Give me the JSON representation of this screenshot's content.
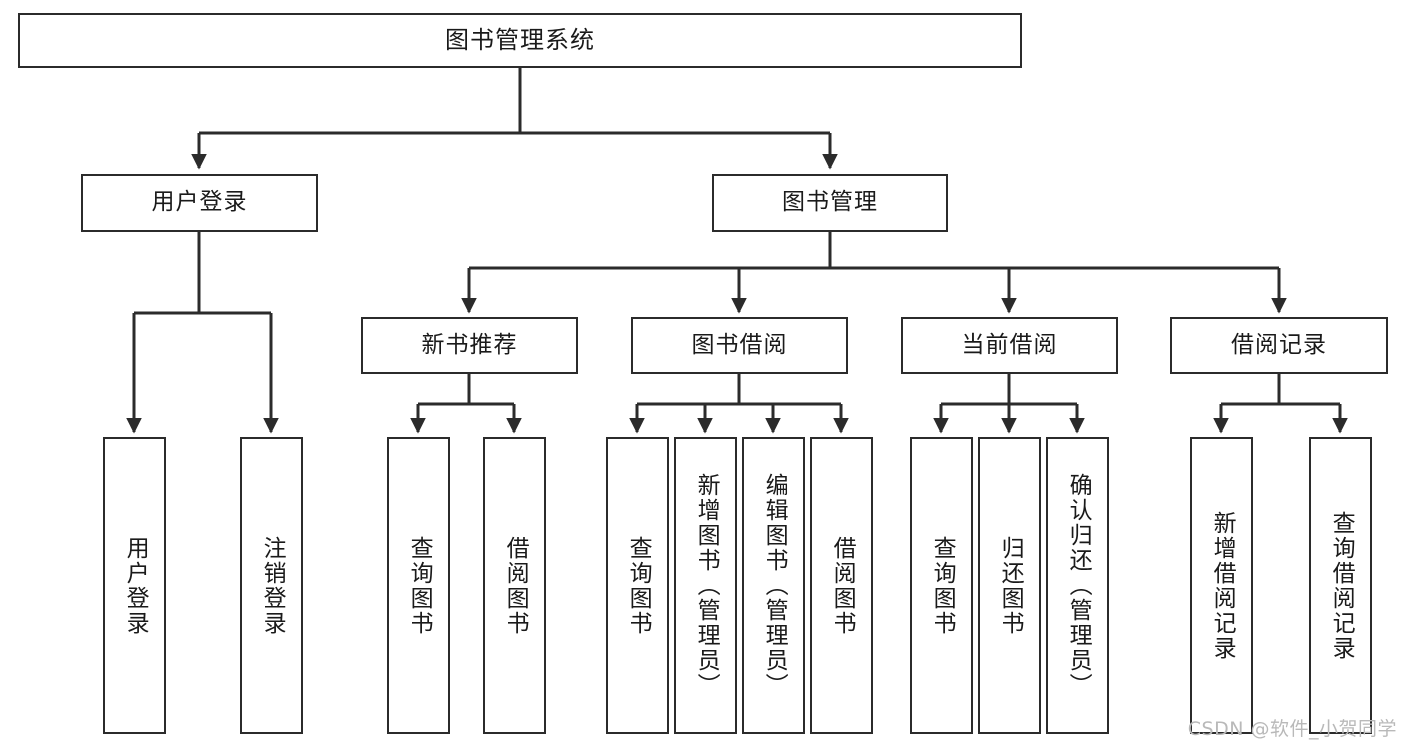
{
  "diagram": {
    "type": "tree",
    "title": "图书管理系统",
    "watermark": "CSDN @软件_小贺同学",
    "colors": {
      "stroke": "#2b2b2b",
      "fill": "#ffffff",
      "text": "#1a1a1a",
      "watermark": "#b9b9b9"
    },
    "levels": {
      "root": {
        "label": "图书管理系统"
      },
      "level2": [
        {
          "id": "user-login",
          "label": "用户登录"
        },
        {
          "id": "book-manage",
          "label": "图书管理"
        }
      ],
      "level3": [
        {
          "id": "new-book-rec",
          "label": "新书推荐",
          "parent": "book-manage"
        },
        {
          "id": "book-borrow",
          "label": "图书借阅",
          "parent": "book-manage"
        },
        {
          "id": "current-borrow",
          "label": "当前借阅",
          "parent": "book-manage"
        },
        {
          "id": "borrow-record",
          "label": "借阅记录",
          "parent": "book-manage"
        }
      ],
      "leaves": [
        {
          "id": "leaf-user-login",
          "label": "用户登录",
          "parent": "user-login"
        },
        {
          "id": "leaf-user-logout",
          "label": "注销登录",
          "parent": "user-login"
        },
        {
          "id": "leaf-rec-query",
          "label": "查询图书",
          "parent": "new-book-rec"
        },
        {
          "id": "leaf-rec-borrow",
          "label": "借阅图书",
          "parent": "new-book-rec"
        },
        {
          "id": "leaf-borrow-query",
          "label": "查询图书",
          "parent": "book-borrow"
        },
        {
          "id": "leaf-borrow-add",
          "label": "新增图书（管理员）",
          "parent": "book-borrow"
        },
        {
          "id": "leaf-borrow-edit",
          "label": "编辑图书（管理员）",
          "parent": "book-borrow"
        },
        {
          "id": "leaf-borrow-lend",
          "label": "借阅图书",
          "parent": "book-borrow"
        },
        {
          "id": "leaf-cur-query",
          "label": "查询图书",
          "parent": "current-borrow"
        },
        {
          "id": "leaf-cur-return",
          "label": "归还图书",
          "parent": "current-borrow"
        },
        {
          "id": "leaf-cur-confirm",
          "label": "确认归还（管理员）",
          "parent": "current-borrow"
        },
        {
          "id": "leaf-rec-add",
          "label": "新增借阅记录",
          "parent": "borrow-record"
        },
        {
          "id": "leaf-rec-search",
          "label": "查询借阅记录",
          "parent": "borrow-record"
        }
      ]
    }
  }
}
